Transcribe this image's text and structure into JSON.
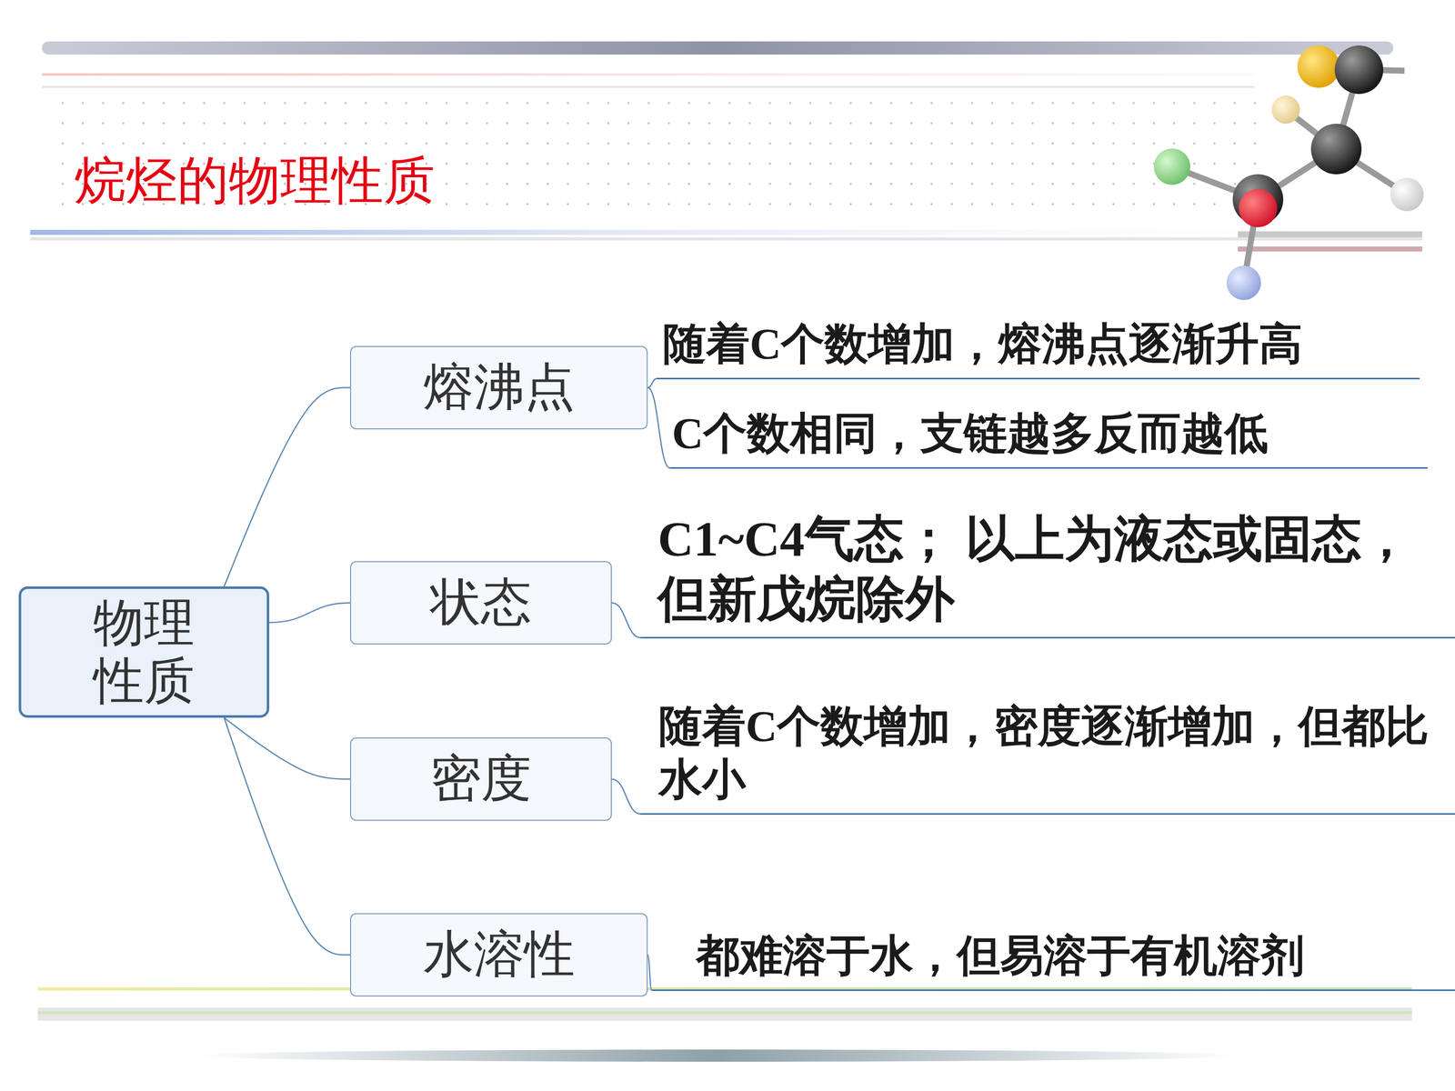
{
  "diagram": {
    "title": "烷烃的物理性质",
    "nodes": [
      {
        "text": [
          "物理性质"
        ]
      },
      {
        "text": [
          "熔沸点"
        ]
      },
      {
        "text": [
          "随着C个数增加，熔沸点逐渐升高"
        ]
      },
      {
        "text": [
          "C个数相同，支链越多反而越低"
        ]
      },
      {
        "text": [
          "状态"
        ]
      },
      {
        "text": [
          "C1~C4气态； 以上为液态或固态，但新戊烷除外"
        ]
      },
      {
        "text": [
          "密度"
        ]
      },
      {
        "text": [
          "随着C个数增加，密度逐渐增加，但都比水小"
        ]
      },
      {
        "text": [
          "水溶性"
        ]
      },
      {
        "text": [
          "都难溶于水，但易溶于有机溶剂"
        ]
      }
    ],
    "edges": [
      {
        "from": 0,
        "to": 1,
        "arrow": "none"
      },
      {
        "from": 0,
        "to": 4,
        "arrow": "none"
      },
      {
        "from": 0,
        "to": 6,
        "arrow": "none"
      },
      {
        "from": 0,
        "to": 8,
        "arrow": "none"
      },
      {
        "from": 1,
        "to": 2,
        "arrow": "none"
      },
      {
        "from": 1,
        "to": 3,
        "arrow": "none"
      },
      {
        "from": 4,
        "to": 5,
        "arrow": "none"
      },
      {
        "from": 6,
        "to": 7,
        "arrow": "none"
      },
      {
        "from": 8,
        "to": 9,
        "arrow": "none"
      }
    ]
  }
}
